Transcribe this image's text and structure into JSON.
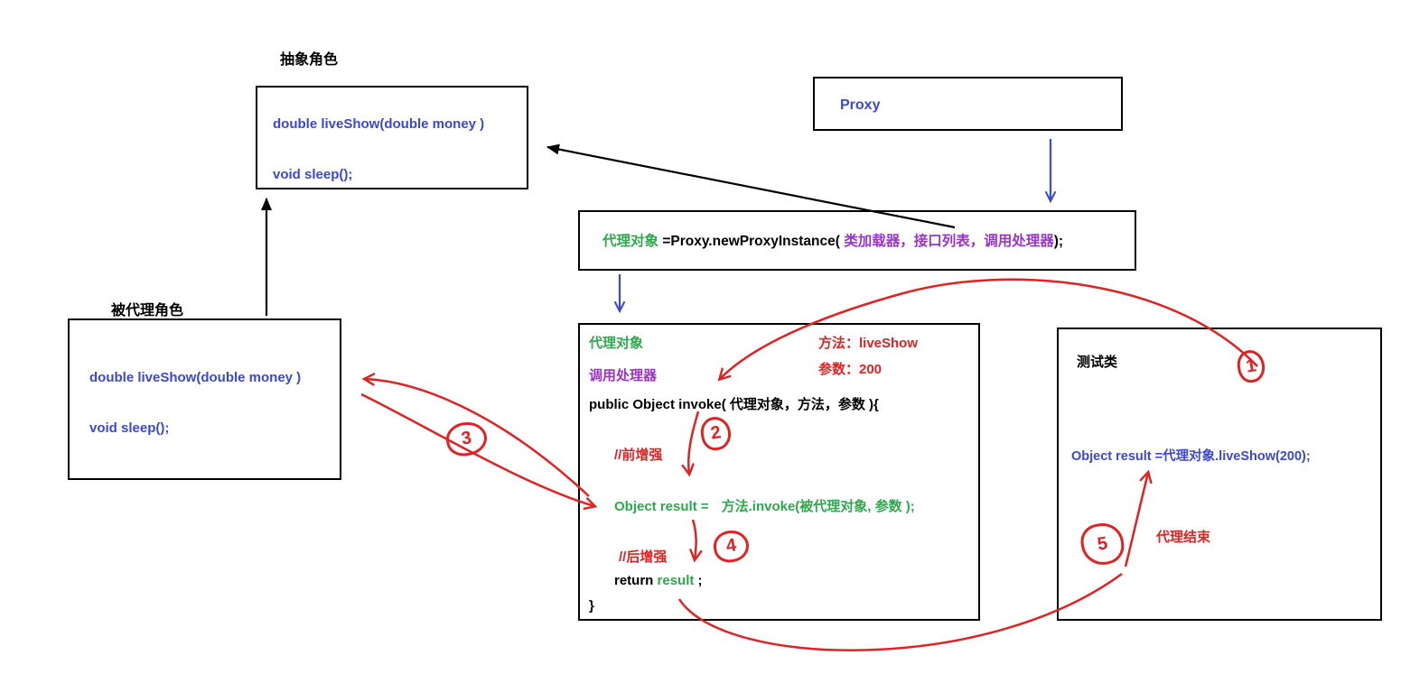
{
  "colors": {
    "blue": "#3b48d0",
    "green": "#2ea84e",
    "purple": "#9a33cc",
    "red": "#e02222",
    "black": "#000000"
  },
  "labels": {
    "abstract_role": "抽象角色",
    "proxied_role": "被代理角色"
  },
  "abstract_box": {
    "line1": "double liveShow(double money )",
    "line2": "void sleep();"
  },
  "proxy_box": {
    "title": "Proxy"
  },
  "factory_line": {
    "target": "代理对象",
    "assign": " =Proxy.newProxyInstance( ",
    "args": "类加载器，接口列表，调用处理器",
    "close": ");"
  },
  "proxied_box": {
    "line1": "double liveShow(double money )",
    "line2": "void sleep();"
  },
  "invoke_box": {
    "proxy_obj": "代理对象",
    "method_info": "方法：liveShow",
    "param_info": "参数：200",
    "handler": "调用处理器",
    "signature": "public Object invoke( 代理对象，方法，参数 ){",
    "pre_comment": "//前增强",
    "result_left": "Object result =",
    "result_right": "方法.invoke(被代理对象, 参数 );",
    "post_comment": "//后增强",
    "return_kw": "return",
    "return_val": " result",
    "return_end": " ;",
    "brace": "}"
  },
  "test_box": {
    "title": "测试类",
    "code": "Object result  =代理对象.liveShow(200);",
    "end_note": "代理结束"
  },
  "steps": {
    "one": "1",
    "two": "2",
    "three": "3",
    "four": "4",
    "five": "5"
  }
}
